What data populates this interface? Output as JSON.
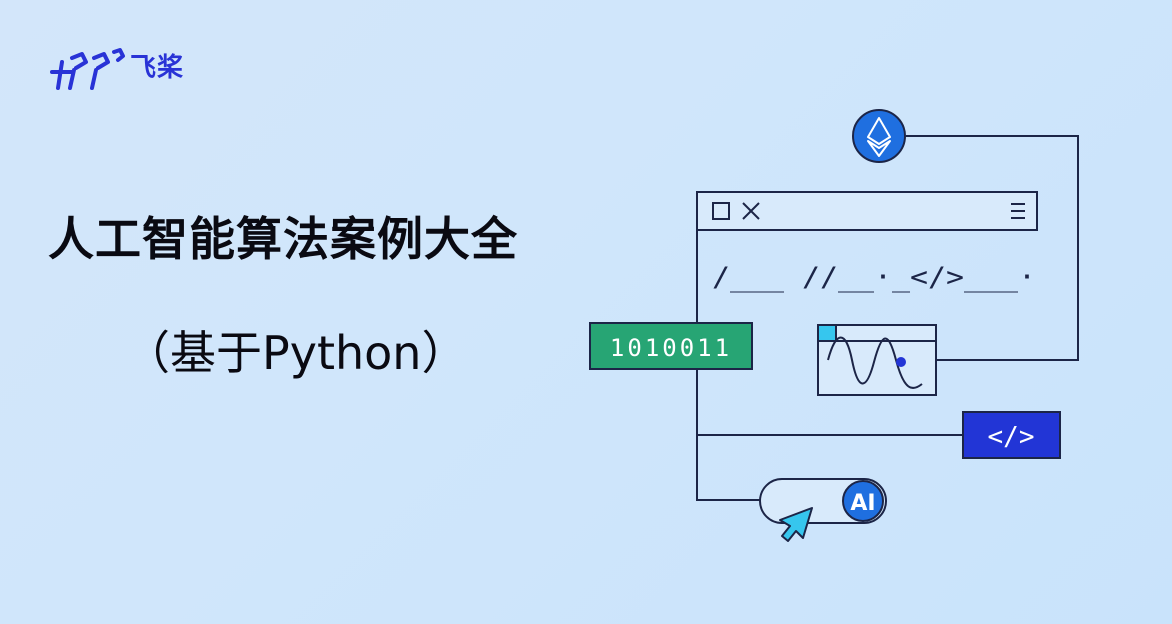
{
  "brand": {
    "name": "飞桨",
    "logo_icon": "paddlepaddle-logo-icon",
    "color": "#2933d6"
  },
  "title": "人工智能算法案例大全",
  "subtitle": "（基于Python）",
  "illustration": {
    "binary_label": "1010011",
    "code_line": "/___ //__·_</>___·",
    "code_tag": "</>",
    "ai_badge": "AI",
    "colors": {
      "line": "#1c2547",
      "green": "#27a574",
      "blue": "#2235d6",
      "badge_blue": "#1f6fe0",
      "cyan": "#36c6ee"
    }
  }
}
